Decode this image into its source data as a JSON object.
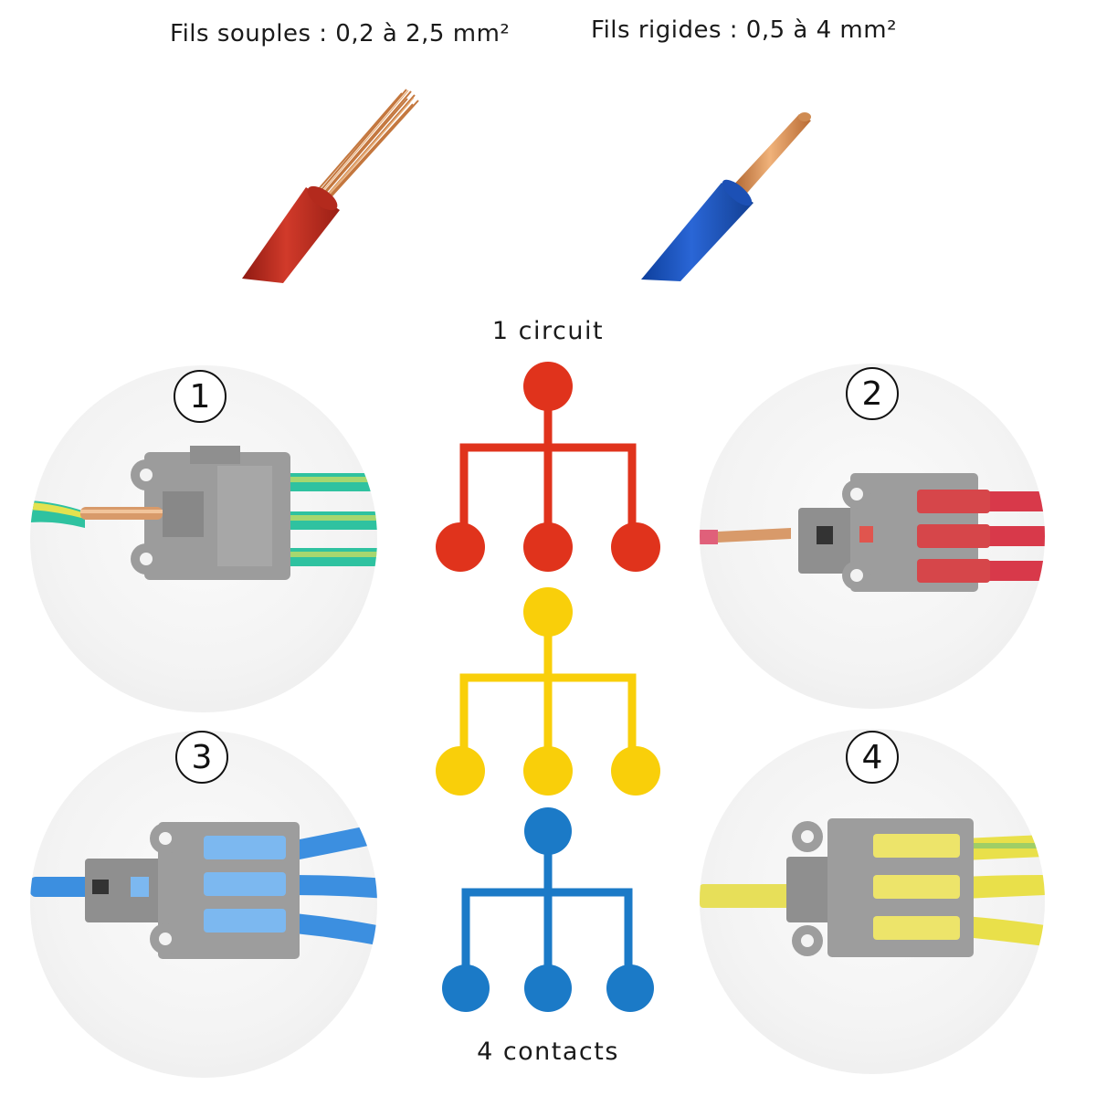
{
  "top": {
    "flexible_caption": "Fils souples : 0,2 à 2,5 mm²",
    "rigid_caption": "Fils rigides : 0,5 à 4 mm²"
  },
  "diagram": {
    "top_label": "1 circuit",
    "bottom_label": "4 contacts",
    "colors": {
      "red": "#e0331c",
      "yellow": "#f9cf0a",
      "blue": "#1b7ac7"
    }
  },
  "photos": [
    {
      "number": "1",
      "wire_color": "green-yellow"
    },
    {
      "number": "2",
      "wire_color": "red"
    },
    {
      "number": "3",
      "wire_color": "blue"
    },
    {
      "number": "4",
      "wire_color": "yellow"
    }
  ]
}
